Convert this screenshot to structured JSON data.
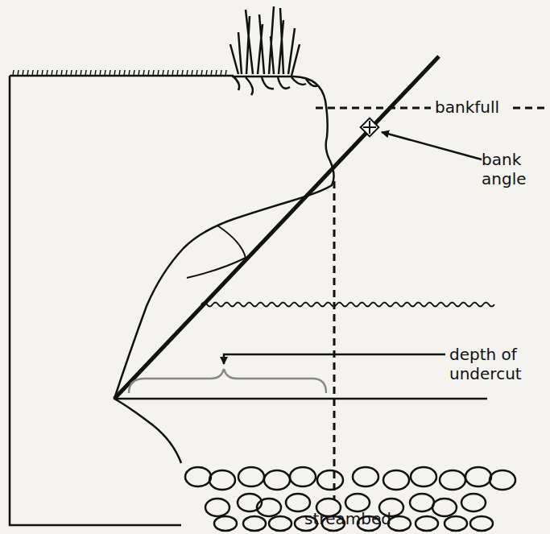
{
  "diagram": {
    "labels": [
      "bankfull",
      "bank angle",
      "depth of undercut",
      "streambed"
    ]
  }
}
